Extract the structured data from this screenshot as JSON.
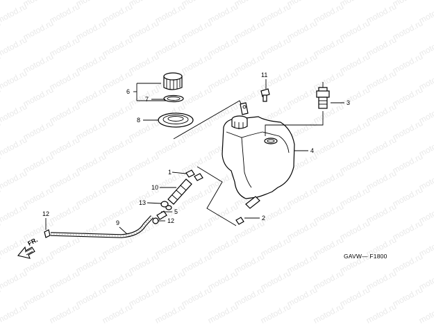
{
  "watermark": {
    "text": "motod.ru"
  },
  "diagram_code": "GAVW— F1800",
  "direction_label": "FR.",
  "callouts": {
    "c1": "1",
    "c2": "2",
    "c3": "3",
    "c4": "4",
    "c5": "5",
    "c6": "6",
    "c7": "7",
    "c8": "8",
    "c9": "9",
    "c10": "10",
    "c11": "11",
    "c12a": "12",
    "c12b": "12",
    "c13": "13"
  }
}
